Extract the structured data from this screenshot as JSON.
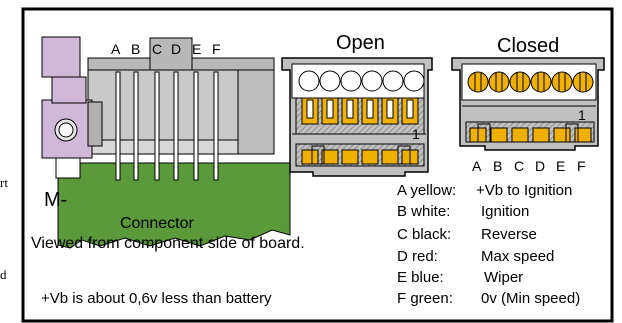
{
  "page_margin": {
    "left_fragments": [
      "rt",
      "d"
    ]
  },
  "connector_view": {
    "pin_letters": [
      "A",
      "B",
      "C",
      "D",
      "E",
      "F"
    ],
    "motor_label": "M-",
    "caption": "Connector",
    "subcaption": "Viewed from component side of board."
  },
  "open_view": {
    "title": "Open",
    "pin_number": "1"
  },
  "closed_view": {
    "title": "Closed",
    "pin_number": "1",
    "pin_letters": [
      "A",
      "B",
      "C",
      "D",
      "E",
      "F"
    ]
  },
  "legend": [
    {
      "key": "A yellow:",
      "value": "+Vb  to Ignition",
      "color": "#ffcc00"
    },
    {
      "key": "B white:",
      "value": "Ignition",
      "color": "#ffffff"
    },
    {
      "key": "C black:",
      "value": "Reverse",
      "color": "#000000"
    },
    {
      "key": "D red:",
      "value": "Max speed",
      "color": "#ff0000"
    },
    {
      "key": "E blue:",
      "value": "Wiper",
      "color": "#0000ff"
    },
    {
      "key": "F green:",
      "value": "0v (Min speed)",
      "color": "#00aa00"
    }
  ],
  "note": "+Vb is about 0,6v less than battery",
  "colors": {
    "pcb_green": "#5a9a3a",
    "housing_grey": "#c0c0c0",
    "pin_yellow": "#f0b000",
    "lever_lilac": "#d0b8d8"
  }
}
